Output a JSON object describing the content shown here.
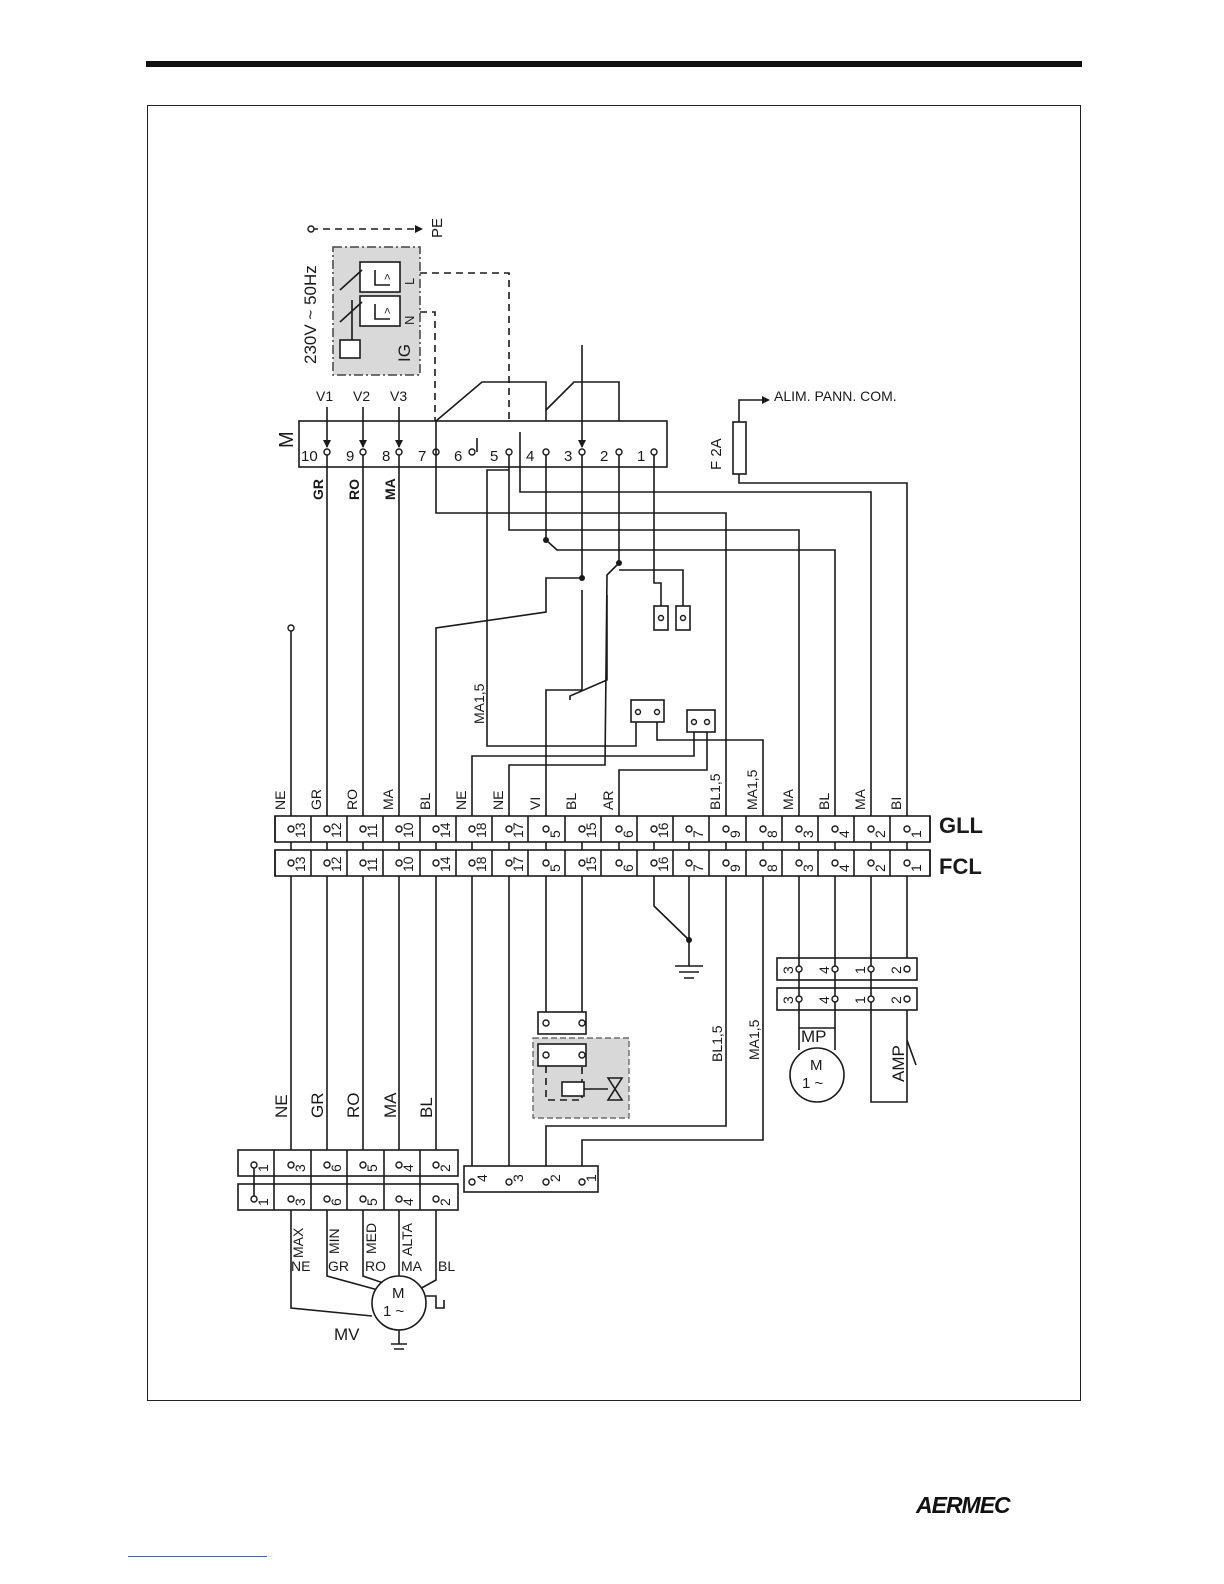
{
  "brand": "AERMEC",
  "power_label": "230V ~ 50Hz",
  "pe_label": "PE",
  "ig_label": "IG",
  "ig_terminals": [
    "L",
    "N"
  ],
  "m_block": {
    "label": "M",
    "pins": [
      "10",
      "9",
      "8",
      "7",
      "6",
      "5",
      "4",
      "3",
      "2",
      "1"
    ],
    "inputs": [
      "V1",
      "V2",
      "V3"
    ],
    "wire_colors": [
      "GR",
      "RO",
      "MA"
    ]
  },
  "fuse_label": "F 2A",
  "alim_label": "ALIM. PANN. COM.",
  "ma15_label": "MA1,5",
  "strip": {
    "gll": "GLL",
    "fcl": "FCL",
    "colors": [
      "NE",
      "GR",
      "RO",
      "MA",
      "BL",
      "NE",
      "NE",
      "VI",
      "BL",
      "AR",
      "",
      "",
      "BL1,5",
      "MA1,5",
      "MA",
      "BL",
      "MA",
      "BI"
    ],
    "numbers": [
      "13",
      "12",
      "11",
      "10",
      "14",
      "18",
      "17",
      "5",
      "15",
      "6",
      "16",
      "7",
      "9",
      "8",
      "3",
      "4",
      "2",
      "1"
    ]
  },
  "mp": {
    "label": "MP",
    "motor": [
      "M",
      "1 ~"
    ],
    "pins": [
      "3",
      "4",
      "1",
      "2"
    ]
  },
  "amp_label": "AMP",
  "vertical_labels": [
    "BL1,5",
    "MA1,5"
  ],
  "mv": {
    "label": "MV",
    "motor": [
      "M",
      "1 ~"
    ],
    "wire_colors_top": [
      "NE",
      "GR",
      "RO",
      "MA",
      "BL"
    ],
    "pins": [
      "1",
      "3",
      "6",
      "5",
      "4",
      "2"
    ],
    "speeds": [
      "MAX",
      "MIN",
      "MED",
      "ALTA"
    ],
    "colors_bottom": [
      "NE",
      "GR",
      "RO",
      "MA",
      "BL"
    ]
  },
  "valve_block_pins": [
    "4",
    "3",
    "2",
    "1"
  ]
}
